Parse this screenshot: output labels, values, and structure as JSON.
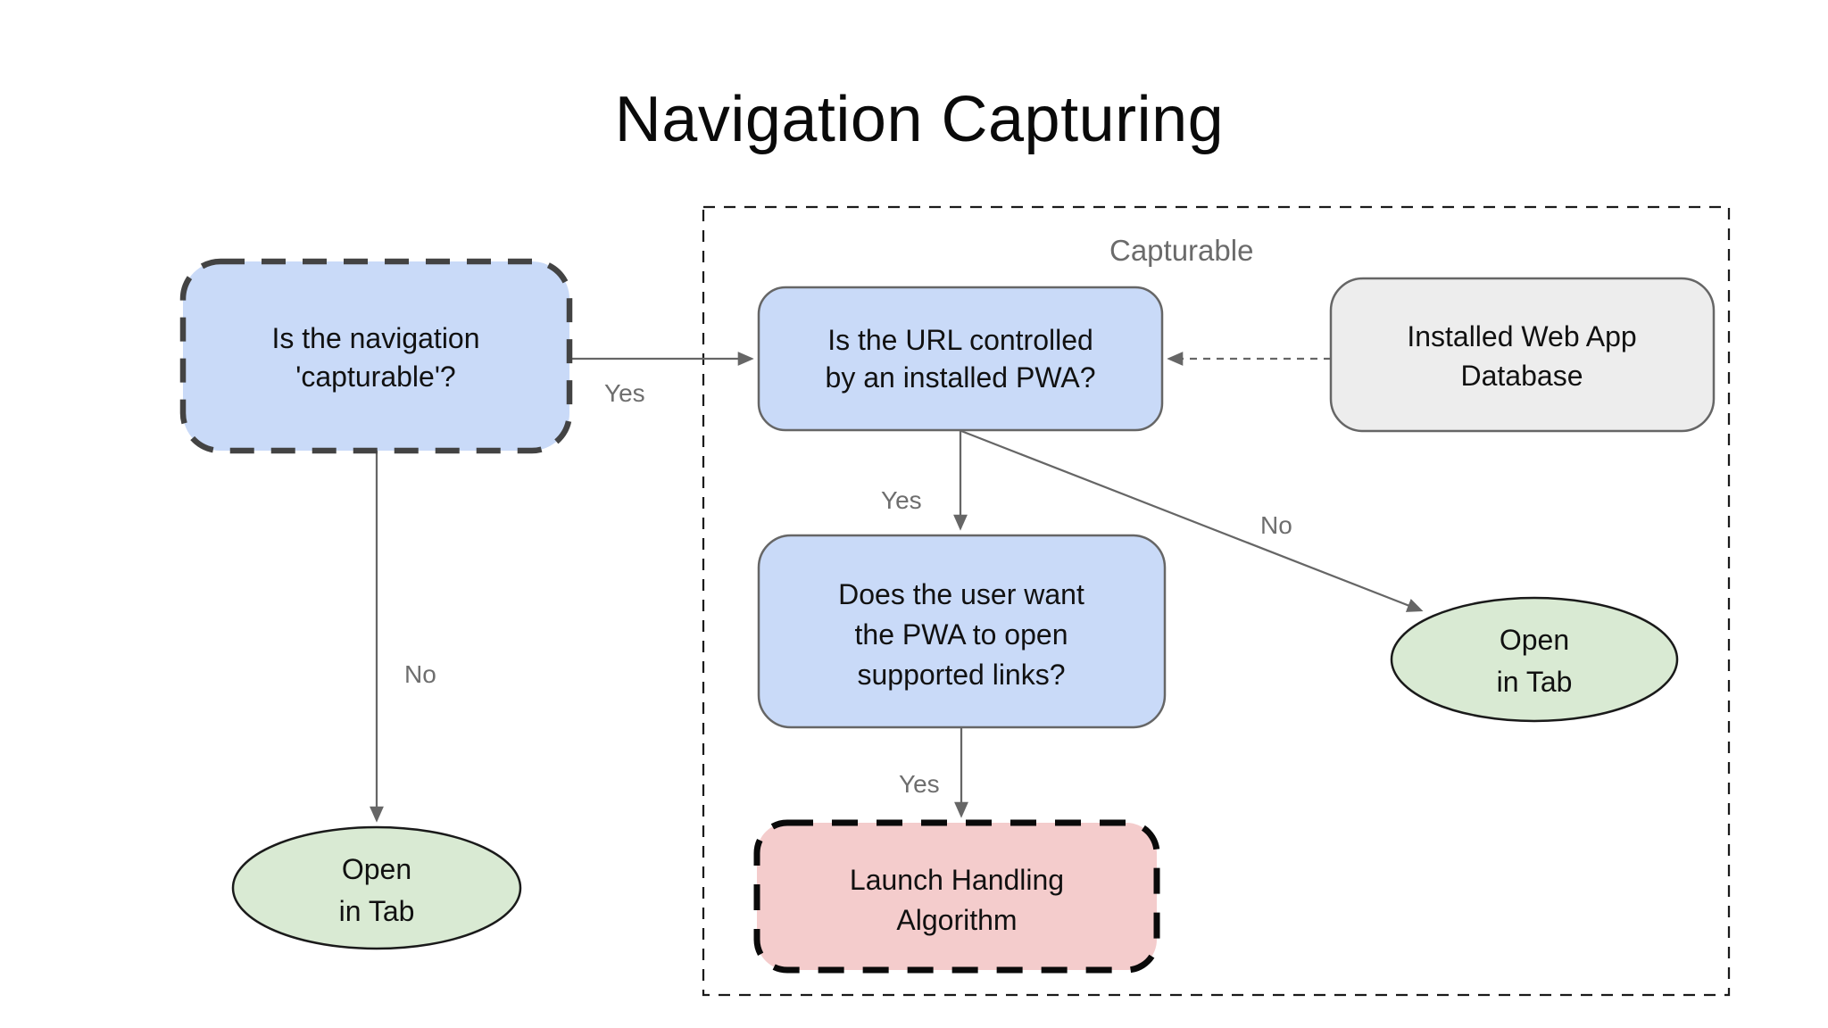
{
  "title": "Navigation Capturing",
  "diagram": {
    "group": {
      "label": "Capturable"
    },
    "nodes": {
      "capturable_question": {
        "lines": [
          "Is the navigation",
          "'capturable'?"
        ],
        "fill": "#c9daf8"
      },
      "url_controlled_question": {
        "lines": [
          "Is the URL controlled",
          "by an installed PWA?"
        ],
        "fill": "#c9daf8"
      },
      "installed_web_app_db": {
        "lines": [
          "Installed Web App",
          "Database"
        ],
        "fill": "#ededed"
      },
      "user_want_question": {
        "lines": [
          "Does the user want",
          "the PWA to open",
          "supported links?"
        ],
        "fill": "#c9daf8"
      },
      "launch_handling": {
        "lines": [
          "Launch Handling",
          "Algorithm"
        ],
        "fill": "#f4cccc"
      },
      "open_in_tab_left": {
        "lines": [
          "Open",
          "in Tab"
        ],
        "fill": "#d9ead3"
      },
      "open_in_tab_right": {
        "lines": [
          "Open",
          "in Tab"
        ],
        "fill": "#d9ead3"
      }
    },
    "edges": {
      "capturable_yes": {
        "label": "Yes"
      },
      "capturable_no": {
        "label": "No"
      },
      "url_yes": {
        "label": "Yes"
      },
      "url_no": {
        "label": "No"
      },
      "user_want_yes": {
        "label": "Yes"
      }
    },
    "colors": {
      "node_blue": "#c9daf8",
      "node_green": "#d9ead3",
      "node_red": "#f4cccc",
      "node_gray": "#ededed",
      "edge_stroke": "#666666",
      "label_gray": "#6e6e6e",
      "dashed_dark_border": "#434343",
      "black_border": "#0a0a0a"
    }
  }
}
